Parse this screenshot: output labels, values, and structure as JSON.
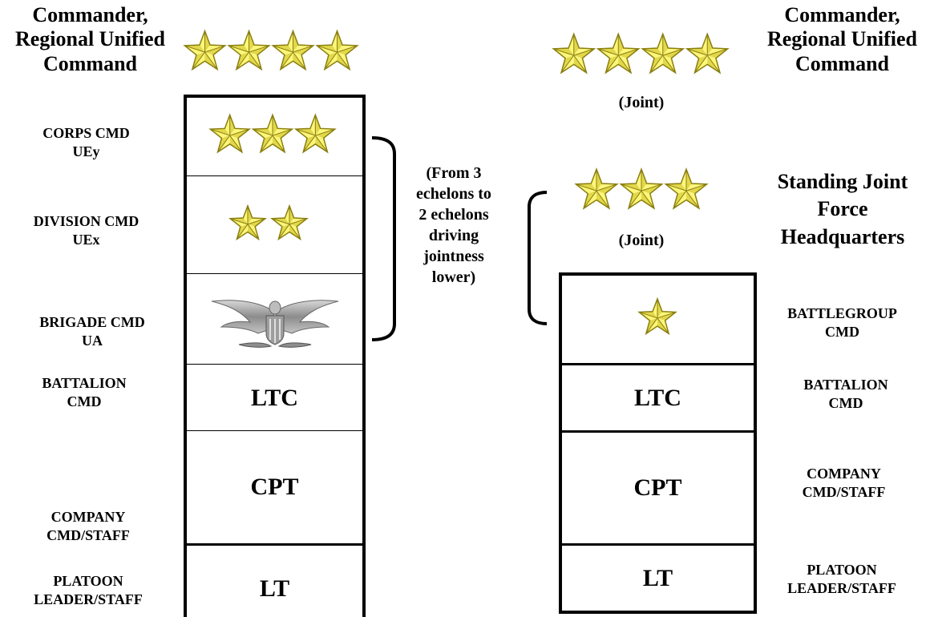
{
  "current": {
    "title": "Commander,\nRegional Unified\nCommand",
    "rows": [
      {
        "label": "CORPS CMD\nUEy",
        "insignia": "three-star-insignia"
      },
      {
        "label": "DIVISION CMD\nUEx",
        "insignia": "two-star-insignia"
      },
      {
        "label": "BRIGADE CMD\nUA",
        "insignia": "colonel-eagle-insignia"
      },
      {
        "label": "BATTALION\nCMD",
        "rank": "LTC"
      },
      {
        "label": "COMPANY\nCMD/STAFF",
        "rank": "CPT"
      },
      {
        "label": "PLATOON\nLEADER/STAFF",
        "rank": "LT"
      }
    ]
  },
  "future": {
    "title": "Commander,\nRegional Unified\nCommand",
    "joint_top": "(Joint)",
    "sjfhq_title": "Standing Joint\nForce\nHeadquarters",
    "joint_mid": "(Joint)",
    "rows": [
      {
        "label": "BATTLEGROUP\nCMD",
        "insignia": "one-star-insignia"
      },
      {
        "label": "BATTALION\nCMD",
        "rank": "LTC"
      },
      {
        "label": "COMPANY\nCMD/STAFF",
        "rank": "CPT"
      },
      {
        "label": "PLATOON\nLEADER/STAFF",
        "rank": "LT"
      }
    ]
  },
  "note": "(From 3\nechelons to\n2 echelons\ndriving\njointness\nlower)",
  "colors": {
    "star_light": "#fcf67a",
    "star_mid": "#e2d84a",
    "star_dark": "#8a7f10",
    "border": "#000000",
    "eagle": "#9a9a9a"
  }
}
